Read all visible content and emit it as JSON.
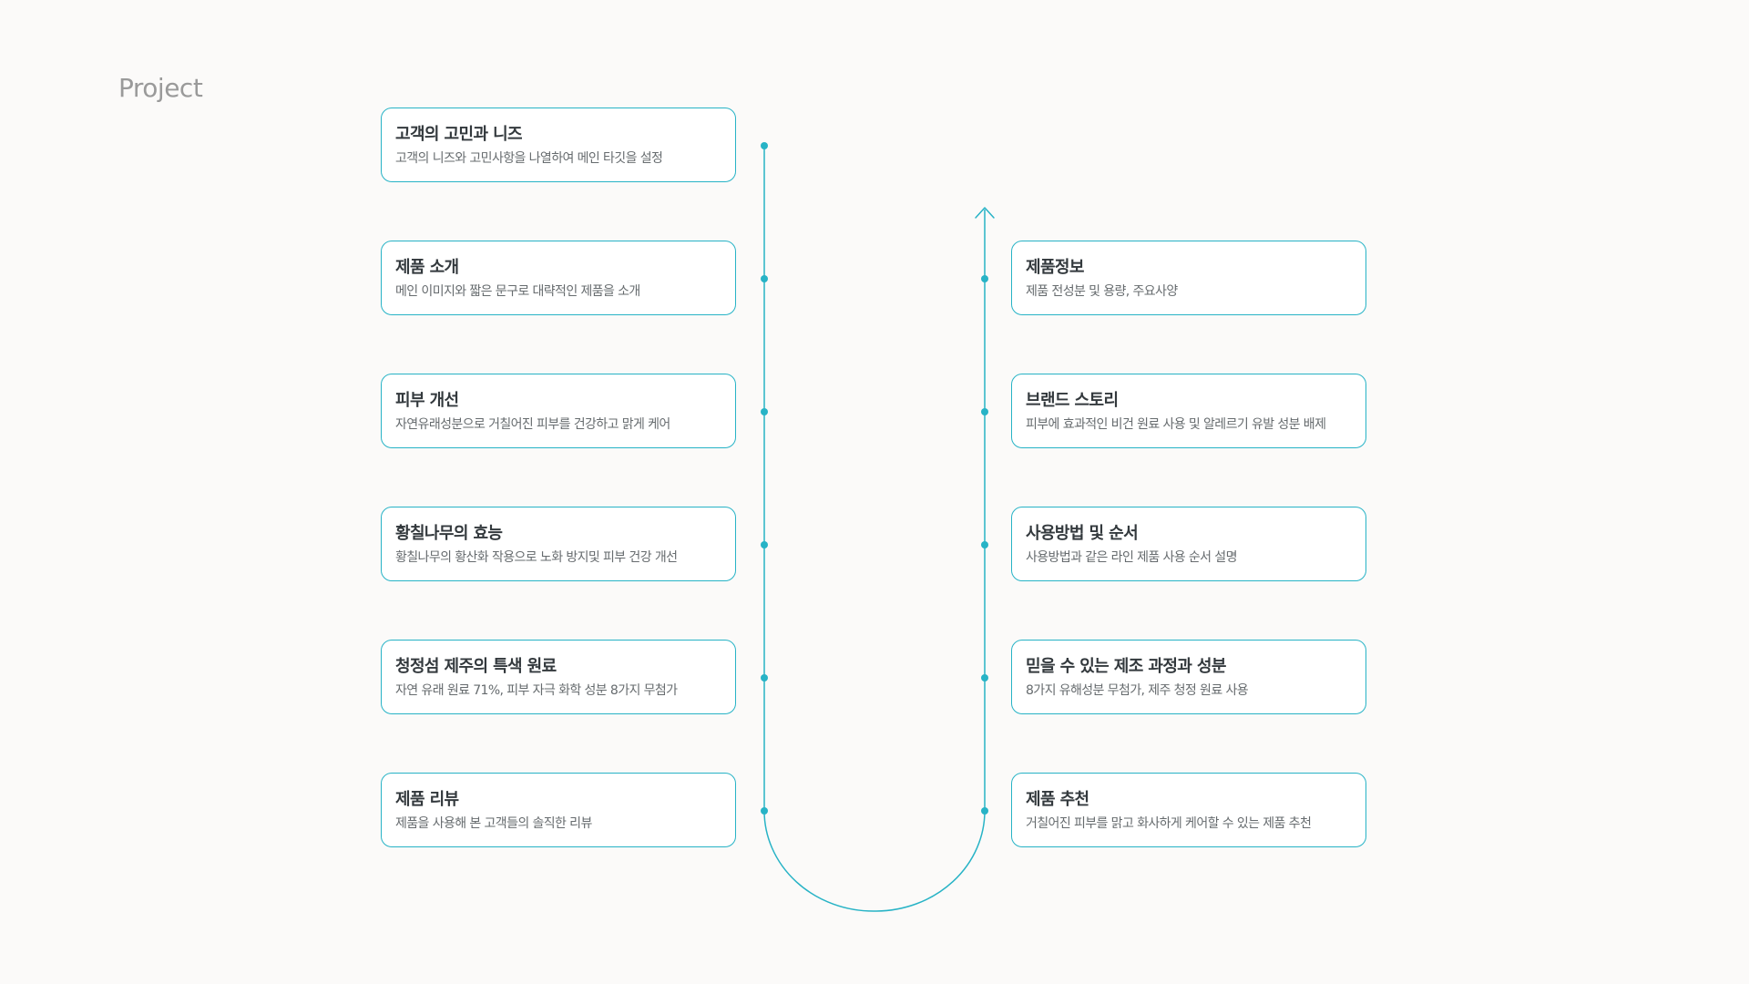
{
  "page": {
    "title": "Project"
  },
  "colors": {
    "accent": "#27b3c6",
    "background": "#fbfaf9",
    "title_text": "#33393d",
    "desc_text": "#666b6e",
    "page_title": "#9a9a9a"
  },
  "steps_left": [
    {
      "title": "고객의 고민과 니즈",
      "desc": "고객의 니즈와 고민사항을 나열하여 메인 타깃을 설정"
    },
    {
      "title": "제품 소개",
      "desc": "메인 이미지와 짧은 문구로 대략적인 제품을 소개"
    },
    {
      "title": "피부 개선",
      "desc": "자연유래성분으로 거칠어진 피부를 건강하고 맑게 케어"
    },
    {
      "title": "황칠나무의 효능",
      "desc": "황칠나무의 황산화 작용으로 노화 방지및 피부 건강 개선"
    },
    {
      "title": "청정섬 제주의 특색 원료",
      "desc": "자연 유래 원료 71%, 피부 자극 화학 성분 8가지 무첨가"
    },
    {
      "title": "제품 리뷰",
      "desc": "제품을 사용해 본 고객들의 솔직한 리뷰"
    }
  ],
  "steps_right": [
    {
      "title": "제품정보",
      "desc": "제품 전성분 및 용량, 주요사양"
    },
    {
      "title": "브랜드 스토리",
      "desc": "피부에 효과적인 비건 원료 사용 및 알레르기 유발 성분 배제"
    },
    {
      "title": "사용방법 및 순서",
      "desc": "사용방법과 같은 라인 제품 사용 순서 설명"
    },
    {
      "title": "믿을 수 있는 제조 과정과 성분",
      "desc": "8가지 유해성분 무첨가, 제주 청정 원료 사용"
    },
    {
      "title": "제품 추천",
      "desc": "거칠어진 피부를 맑고 화사하게 케어할 수 있는 제품 추천"
    }
  ]
}
